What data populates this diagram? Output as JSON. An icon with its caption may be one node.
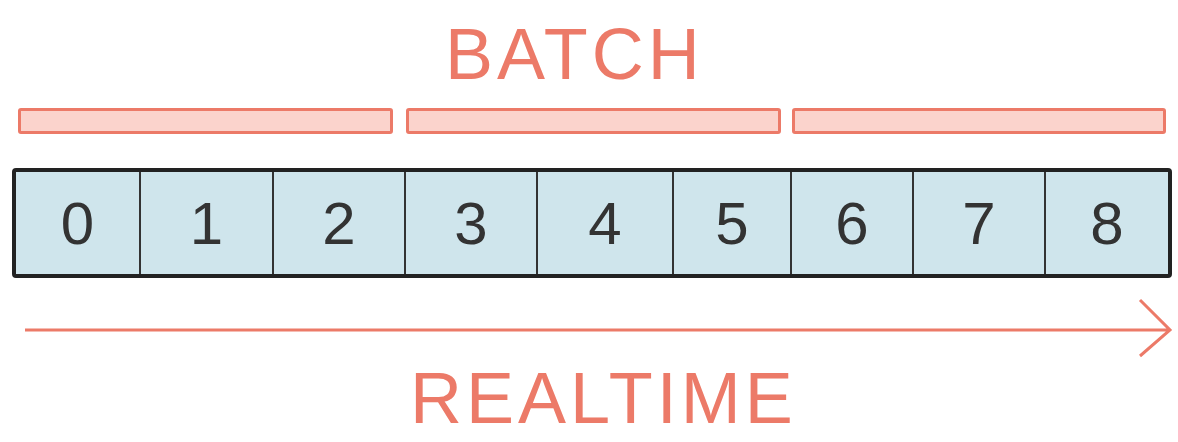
{
  "diagram": {
    "nodes": [
      {
        "text": [],
        "shape": "bar"
      },
      {
        "text": [],
        "shape": "bar"
      },
      {
        "text": [],
        "shape": "bar"
      },
      {
        "text": [],
        "shape": "box"
      },
      {
        "text": [
          "0"
        ],
        "in": 3
      },
      {
        "text": [
          "1"
        ],
        "in": 3
      },
      {
        "text": [
          "2"
        ],
        "in": 3
      },
      {
        "text": [
          "3"
        ],
        "in": 3
      },
      {
        "text": [
          "4"
        ],
        "in": 3
      },
      {
        "text": [
          "5"
        ],
        "in": 3
      },
      {
        "text": [
          "6"
        ],
        "in": 3
      },
      {
        "text": [
          "7"
        ],
        "in": 3
      },
      {
        "text": [
          "8"
        ],
        "in": 3
      }
    ],
    "edges": [],
    "labels": [
      "BATCH",
      "REALTIME"
    ]
  }
}
